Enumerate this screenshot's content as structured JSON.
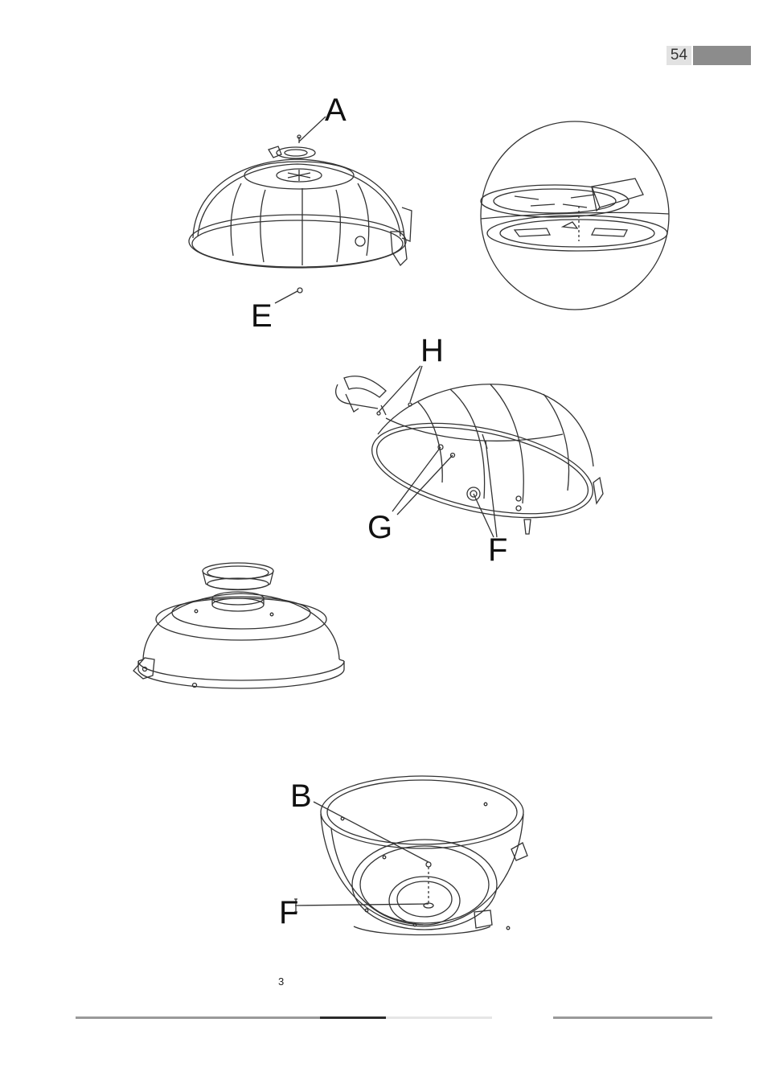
{
  "page": {
    "number": "54",
    "step": "3"
  },
  "labels": {
    "a": "A",
    "e": "E",
    "h": "H",
    "g": "G",
    "f_top": "F",
    "b": "B",
    "f_bottom": "F"
  },
  "colors": {
    "line": "#333333",
    "page_number_box": "#e2e2e2",
    "page_number_bar": "#8c8c8c",
    "footer_light": "#9a9a9a",
    "footer_dark": "#2b2b2b",
    "footer_faint": "#e6e6e6"
  }
}
